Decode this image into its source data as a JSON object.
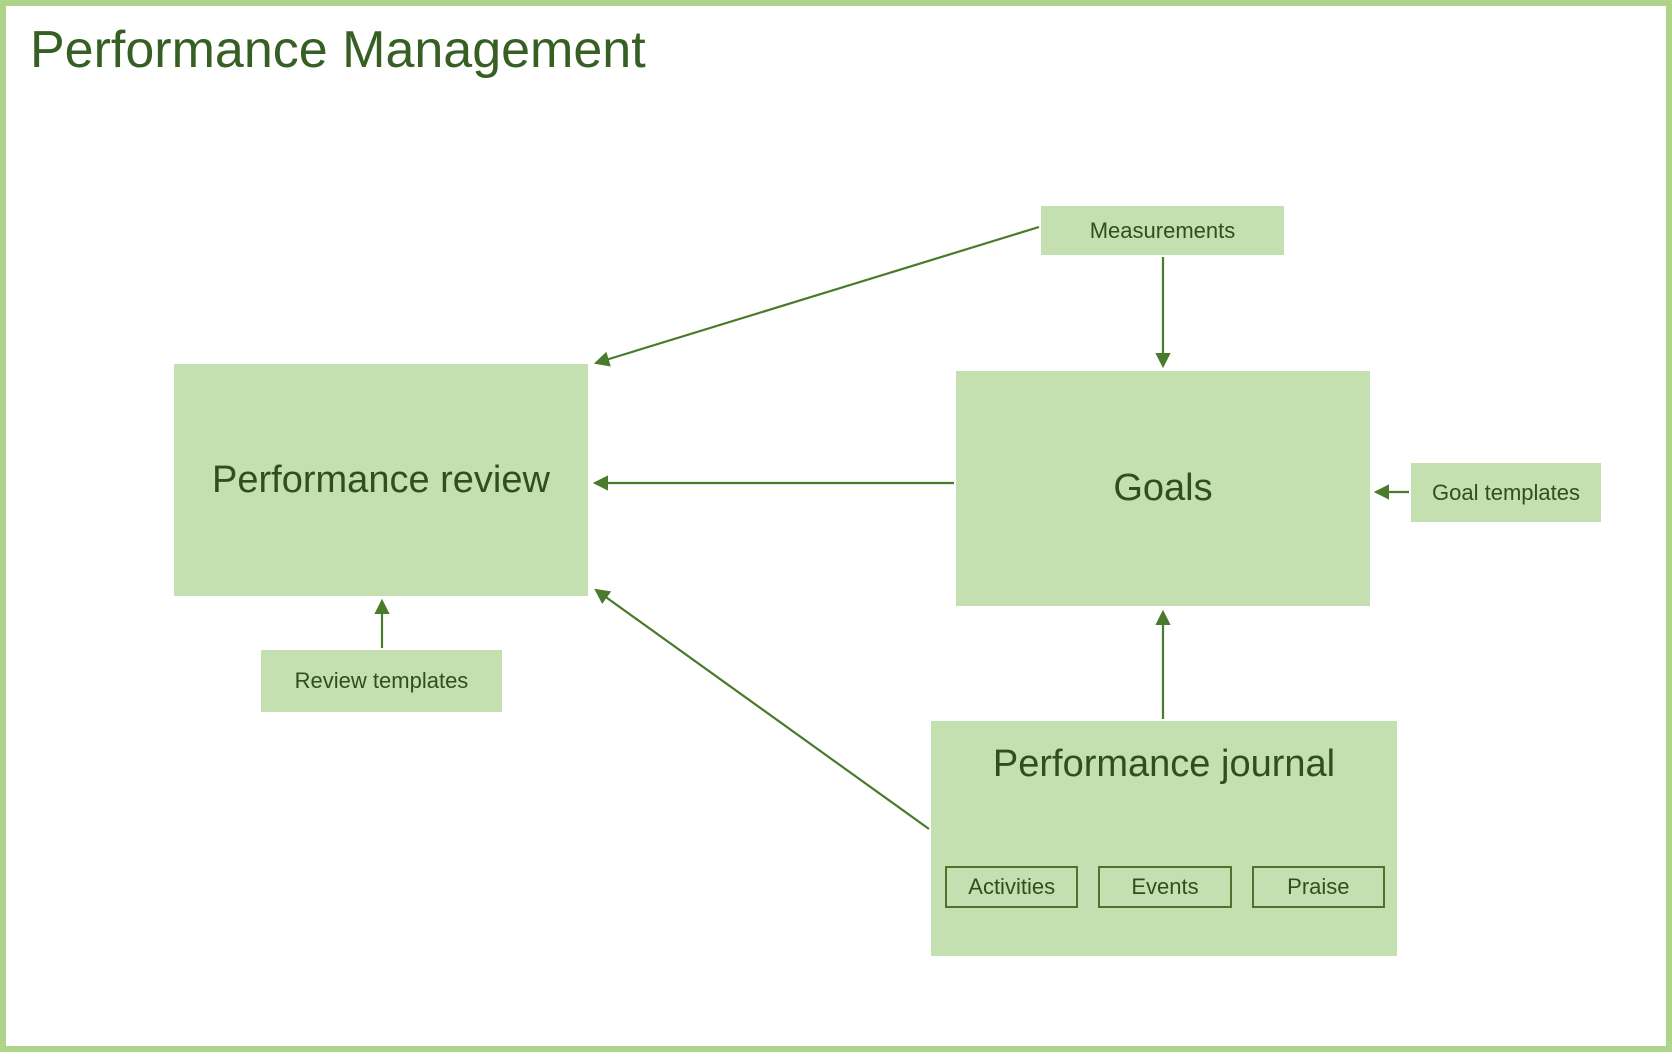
{
  "page": {
    "title": "Performance Management",
    "frame_color": "#aed48a",
    "node_fill": "#c4dfb0",
    "text_color": "#2f4f1c",
    "arrow_color": "#4a7a2c"
  },
  "nodes": {
    "performance_review": {
      "label": "Performance review"
    },
    "goals": {
      "label": "Goals"
    },
    "measurements": {
      "label": "Measurements"
    },
    "goal_templates": {
      "label": "Goal templates"
    },
    "review_templates": {
      "label": "Review templates"
    },
    "performance_journal": {
      "label": "Performance journal",
      "chips": [
        {
          "label": "Activities"
        },
        {
          "label": "Events"
        },
        {
          "label": "Praise"
        }
      ]
    }
  },
  "edges": [
    {
      "name": "measurements-to-performance-review",
      "from": "measurements",
      "to": "performance_review"
    },
    {
      "name": "measurements-to-goals",
      "from": "measurements",
      "to": "goals"
    },
    {
      "name": "goals-to-performance-review",
      "from": "goals",
      "to": "performance_review"
    },
    {
      "name": "goal-templates-to-goals",
      "from": "goal_templates",
      "to": "goals"
    },
    {
      "name": "review-templates-to-performance-review",
      "from": "review_templates",
      "to": "performance_review"
    },
    {
      "name": "performance-journal-to-goals",
      "from": "performance_journal",
      "to": "goals"
    },
    {
      "name": "performance-journal-to-performance-review",
      "from": "performance_journal",
      "to": "performance_review"
    }
  ]
}
